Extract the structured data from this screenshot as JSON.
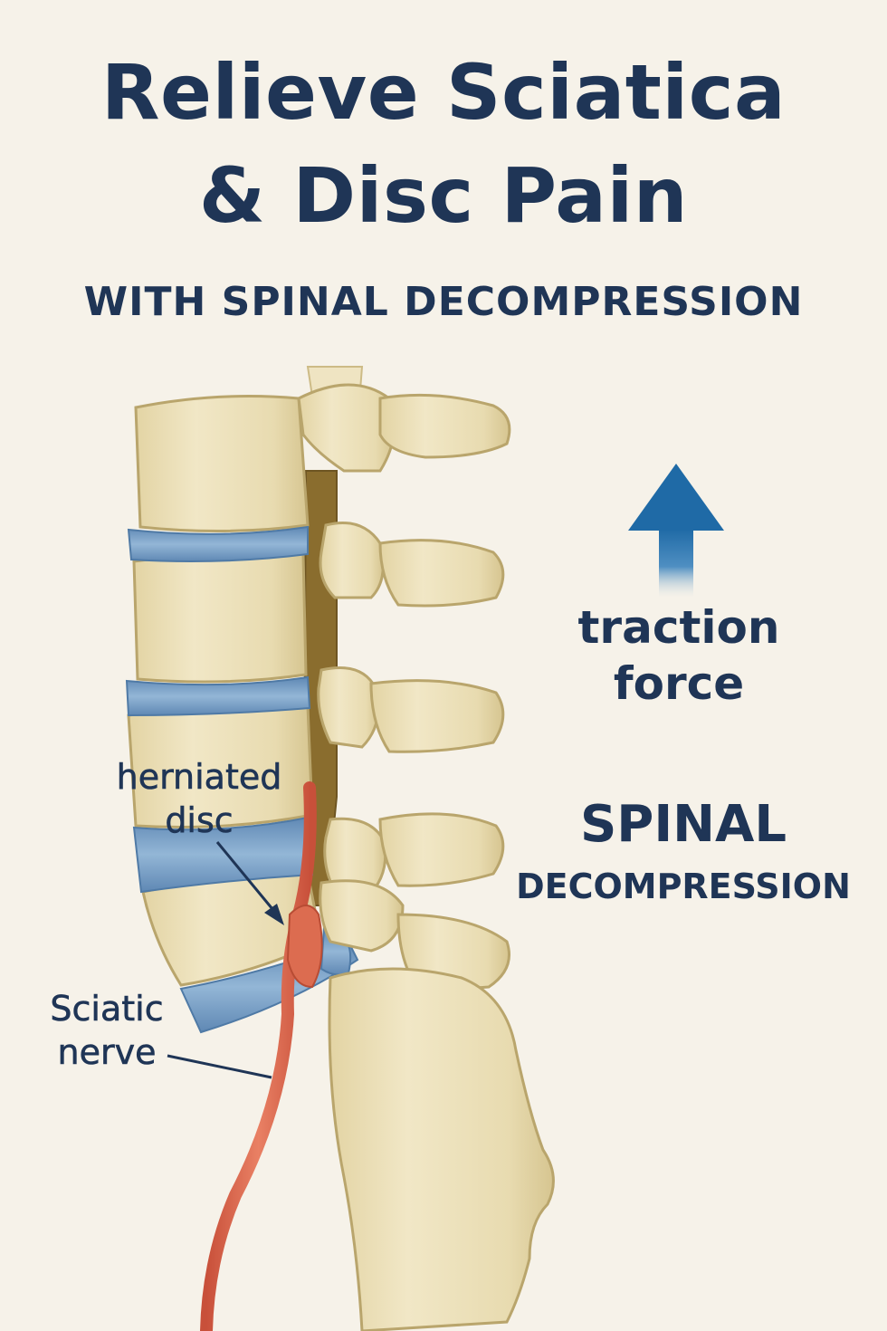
{
  "header": {
    "title_line_1": "Relieve Sciatica",
    "title_line_2": "& Disc Pain",
    "subtitle": "WITH SPINAL DECOMPRESSION"
  },
  "labels": {
    "traction": "traction\nforce",
    "spinal_1": "SPINAL",
    "spinal_2": "DECOMPRESSION",
    "herniated": "herniated\ndisc",
    "sciatic": "Sciatic\nnerve"
  },
  "colors": {
    "background": "#f6f2e9",
    "text": "#1f3556",
    "bone": "#ece0b8",
    "bone_shadow": "#cdbb86",
    "disc": "#7ea3c8",
    "nerve": "#d9694e",
    "arrow": "#2a72aa"
  }
}
